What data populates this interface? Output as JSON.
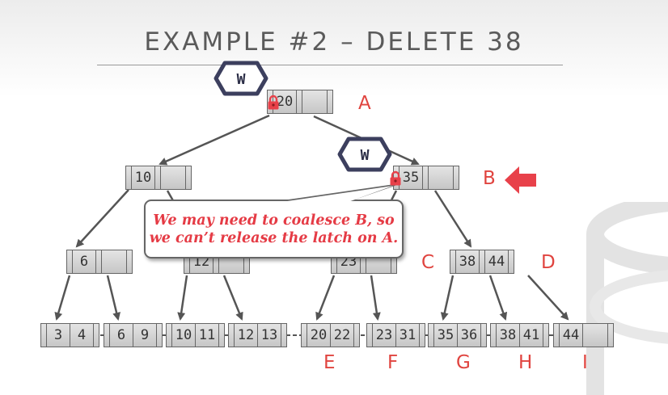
{
  "slide": {
    "title": "EXAMPLE #2 – DELETE 38",
    "callout_line1": "We may need to coalesce B, so",
    "callout_line2": "we can’t release the latch on A.",
    "latch_mode": "W"
  },
  "colors": {
    "label": "#e0443f",
    "callout_text": "#e53b45",
    "badge_border": "#3c3f5e",
    "lock": "#e8414a",
    "arrow": "#e8414a",
    "edge": "#555555"
  },
  "nodes": {
    "A": {
      "label": "A",
      "keys": [
        "20",
        ""
      ]
    },
    "B": {
      "label": "B",
      "keys": [
        "35",
        ""
      ]
    },
    "n10": {
      "keys": [
        "10",
        ""
      ]
    },
    "n6": {
      "keys": [
        "6",
        ""
      ]
    },
    "n12": {
      "keys": [
        "12",
        ""
      ]
    },
    "C": {
      "label": "C",
      "keys": [
        "23",
        ""
      ]
    },
    "D": {
      "label": "D",
      "keys": [
        "38",
        "44"
      ]
    }
  },
  "leaves": [
    {
      "keys": [
        "3",
        "4"
      ]
    },
    {
      "keys": [
        "6",
        "9"
      ]
    },
    {
      "keys": [
        "10",
        "11"
      ]
    },
    {
      "keys": [
        "12",
        "13"
      ]
    },
    {
      "keys": [
        "20",
        "22"
      ],
      "label": "E"
    },
    {
      "keys": [
        "23",
        "31"
      ],
      "label": "F"
    },
    {
      "keys": [
        "35",
        "36"
      ],
      "label": "G"
    },
    {
      "keys": [
        "38",
        "41"
      ],
      "label": "H"
    },
    {
      "keys": [
        "44",
        ""
      ],
      "label": "I"
    }
  ]
}
